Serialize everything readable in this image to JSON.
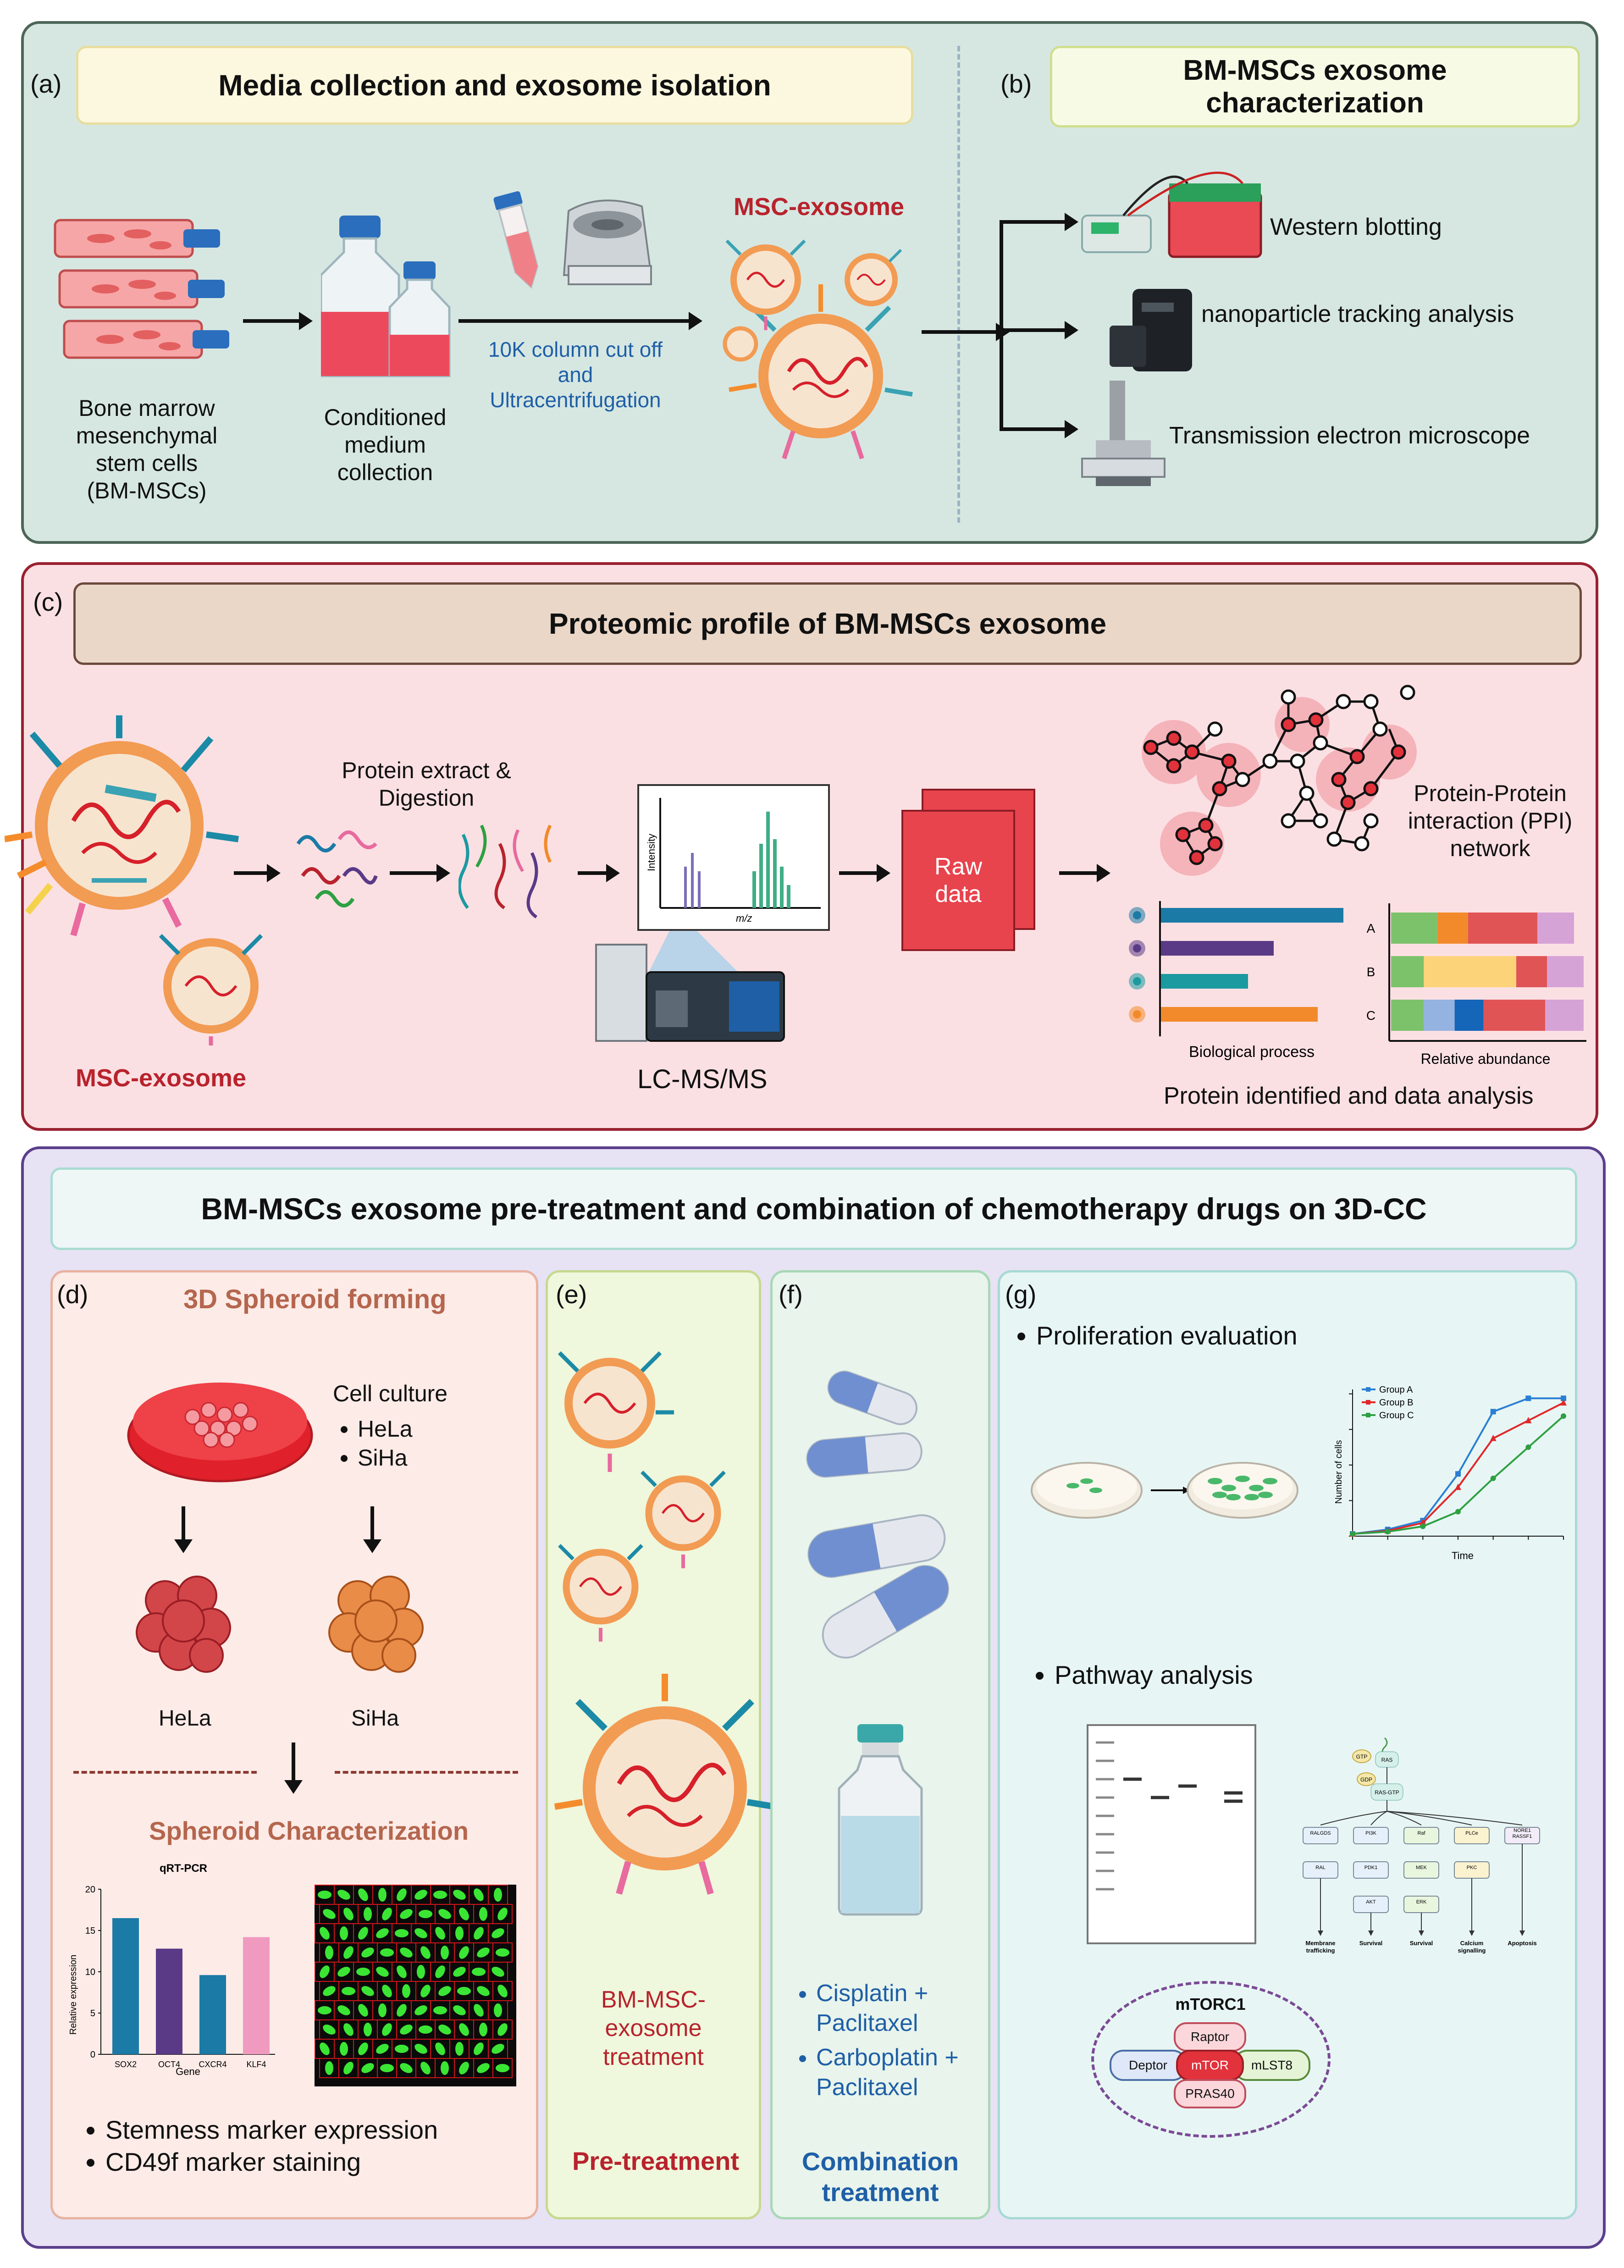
{
  "panel_a": {
    "letter": "(a)",
    "title": "Media collection and exosome isolation",
    "bm_label": "Bone marrow\nmesenchymal\nstem cells\n(BM-MSCs)",
    "cm_label": "Conditioned\nmedium\ncollection",
    "method_label": "10K column cut off\nand\nUltracentrifugation",
    "exosome_label": "MSC-exosome"
  },
  "panel_b": {
    "letter": "(b)",
    "title": "BM-MSCs exosome\ncharacterization",
    "methods": [
      "Western blotting",
      "nanoparticle tracking analysis",
      "Transmission electron microscope"
    ]
  },
  "panel_c": {
    "letter": "(c)",
    "title": "Proteomic profile of BM-MSCs exosome",
    "exosome_label": "MSC-exosome",
    "extract_label": "Protein extract &\nDigestion",
    "ms_ylabel": "Intensity",
    "ms_xlabel": "m/z",
    "lcms_label": "LC-MS/MS",
    "raw_label": "Raw\ndata",
    "ppi_label": "Protein-Protein\ninteraction (PPI)\nnetwork",
    "bio_label": "Biological process",
    "abund_label": "Relative abundance",
    "abund_rows": [
      "A",
      "B",
      "C"
    ],
    "analysis_label": "Protein identified and data analysis"
  },
  "main_title": "BM-MSCs exosome pre-treatment and combination of chemotherapy drugs on 3D-CC",
  "panel_d": {
    "letter": "(d)",
    "title": "3D Spheroid forming",
    "culture_title": "Cell culture",
    "cell_lines": [
      "HeLa",
      "SiHa"
    ],
    "hela": "HeLa",
    "siha": "SiHa",
    "char_title": "Spheroid Characterization",
    "bullets": [
      "Stemness marker expression",
      "CD49f marker staining"
    ]
  },
  "qpcr": {
    "title": "qRT-PCR",
    "ylabel": "Relative expression",
    "xlabel": "Gene"
  },
  "panel_e": {
    "letter": "(e)",
    "treatment": "BM-MSC-\nexosome\ntreatment",
    "footer": "Pre-treatment"
  },
  "panel_f": {
    "letter": "(f)",
    "drugs": [
      "Cisplatin +\nPaclitaxel",
      "Carboplatin +\nPaclitaxel"
    ],
    "footer": "Combination\ntreatment"
  },
  "panel_g": {
    "letter": "(g)",
    "bullet1": "Proliferation evaluation",
    "bullet2": "Pathway analysis",
    "growth_xlabel": "Time",
    "growth_ylabel": "Number of cells",
    "legend": [
      "Group A",
      "Group B",
      "Group C"
    ],
    "pathway": {
      "gtp": "GTP",
      "ras": "RAS",
      "gdp": "GDP",
      "ras_gtp": "RAS-GTP",
      "nodes": [
        [
          "RALGDS",
          "RAL",
          "",
          "Membrane\ntrafficking"
        ],
        [
          "PI3K",
          "PDK1",
          "AKT",
          "Survival"
        ],
        [
          "Raf",
          "MEK",
          "ERK",
          "Survival"
        ],
        [
          "PLCe",
          "PKC",
          "",
          "Calcium\nsignalling"
        ],
        [
          "NORE1\nRASSF1",
          "",
          "",
          "Apoptosis"
        ]
      ]
    },
    "mtorc1": {
      "title": "mTORC1",
      "core": "mTOR",
      "raptor": "Raptor",
      "deptor": "Deptor",
      "mlst8": "mLST8",
      "pras40": "PRAS40"
    }
  },
  "colors": {
    "teal_bg": "#d6e7e2",
    "red_panel": "#fbe0e3",
    "purple_panel": "#e7e2f4",
    "accent_red": "#b8232d",
    "blue_text": "#1f5fa6",
    "brown_title": "#b5664e"
  },
  "chart_data": [
    {
      "type": "bar",
      "title": "qRT-PCR",
      "xlabel": "Gene",
      "ylabel": "Relative expression",
      "categories": [
        "SOX2",
        "OCT4",
        "CXCR4",
        "KLF4"
      ],
      "values": [
        16.5,
        12.8,
        9.6,
        14.2
      ],
      "colors": [
        "#1b7aa6",
        "#5a3a87",
        "#1b7aa6",
        "#f09ac0"
      ],
      "ylim": [
        0,
        20
      ],
      "yticks": [
        0,
        5,
        10,
        15,
        20
      ]
    },
    {
      "type": "line",
      "xlabel": "Time",
      "ylabel": "Number of cells",
      "legend": "top-left",
      "x": [
        0,
        1,
        2,
        3,
        4,
        5,
        6
      ],
      "series": [
        {
          "name": "Group A",
          "color": "#2a7fd4",
          "marker": "square",
          "values": [
            0.5,
            1.5,
            3.5,
            14,
            28,
            31,
            31
          ]
        },
        {
          "name": "Group B",
          "color": "#e0282a",
          "marker": "triangle",
          "values": [
            0.5,
            1.2,
            3.0,
            11,
            22,
            26,
            30
          ]
        },
        {
          "name": "Group C",
          "color": "#2ea043",
          "marker": "circle",
          "values": [
            0.5,
            1.0,
            2.2,
            5.5,
            13,
            20,
            27
          ]
        }
      ],
      "ylim": [
        0,
        33
      ]
    },
    {
      "type": "bar",
      "xlabel": "Biological process",
      "categories": [
        "1",
        "2",
        "3",
        "4"
      ],
      "values": [
        1.0,
        0.62,
        0.48,
        0.86
      ],
      "colors": [
        "#1b7aa6",
        "#5a3a87",
        "#1b9aa0",
        "#f28a2b"
      ],
      "ylim": [
        0,
        1
      ]
    },
    {
      "type": "bar",
      "xlabel": "Relative abundance",
      "stacked": true,
      "categories": [
        "A",
        "B",
        "C"
      ],
      "series": [
        {
          "color": "#7cc26b",
          "values": [
            0.24,
            0.17,
            0.17
          ]
        },
        {
          "color": "#f28a2b",
          "values": [
            0.16,
            0,
            0
          ]
        },
        {
          "color": "#fdd37a",
          "values": [
            0,
            0.48,
            0
          ]
        },
        {
          "color": "#94b3e0",
          "values": [
            0,
            0,
            0.16
          ]
        },
        {
          "color": "#1565b8",
          "values": [
            0,
            0,
            0.15
          ]
        },
        {
          "color": "#e05456",
          "values": [
            0.36,
            0.16,
            0.32
          ]
        },
        {
          "color": "#d6a3d6",
          "values": [
            0.19,
            0.19,
            0.2
          ]
        }
      ],
      "ylim": [
        0,
        1
      ]
    }
  ]
}
